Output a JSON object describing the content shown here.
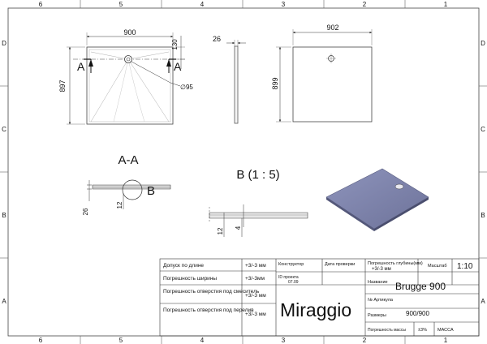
{
  "frame": {
    "top_numbers": [
      "6",
      "5",
      "4",
      "3",
      "2",
      "1"
    ],
    "bottom_numbers": [
      "6",
      "5",
      "4",
      "3",
      "2",
      "1"
    ],
    "left_letters": [
      "D",
      "C",
      "B",
      "A"
    ],
    "right_letters": [
      "D",
      "C",
      "B",
      "A"
    ]
  },
  "plan_view": {
    "width_dim": "900",
    "height_dim": "897",
    "offset_dim": "130",
    "drain_dim": "∅95",
    "section_mark": "A"
  },
  "side_view": {
    "thickness_dim": "26"
  },
  "bottom_view": {
    "width_dim": "902",
    "height_dim": "899"
  },
  "section_aa": {
    "title": "A-A",
    "thickness_dim": "26",
    "edge_dim": "12",
    "detail_mark": "B"
  },
  "detail_b": {
    "title": "B (1 : 5)",
    "dim_12": "12",
    "dim_4": "4"
  },
  "title_block": {
    "tol_length_label": "Допуск по длине",
    "tol_length_value": "+3/-3 мм",
    "tol_width_label": "Погрешность ширины",
    "tol_width_value": "+3/-3мм",
    "tol_mixer_label": "Погрешность отверстия под смеситель",
    "tol_mixer_value": "+3/-3 мм",
    "tol_overflow_label": "Погрешность отверстия под перелив",
    "tol_overflow_value": "+3/-3 мм",
    "designer_label": "Конструктор",
    "checker_label": "Дата проверки",
    "id_label": "ID проекта",
    "id_value": "07.09",
    "brand": "Miraggio",
    "tol_depth_label": "Погрешность глубины(мм)",
    "tol_depth_value": "+3/-3 мм",
    "scale_label": "Масштаб",
    "scale_value": "1:10",
    "name_label": "Название",
    "product_name": "Brugge 900",
    "article_label": "№ Артикула",
    "size_label": "Размеры",
    "size_value": "900/900",
    "mass_tol_label": "Погрешность массы",
    "mass_tol_value": "±3%",
    "mass_label": "МАССА"
  }
}
